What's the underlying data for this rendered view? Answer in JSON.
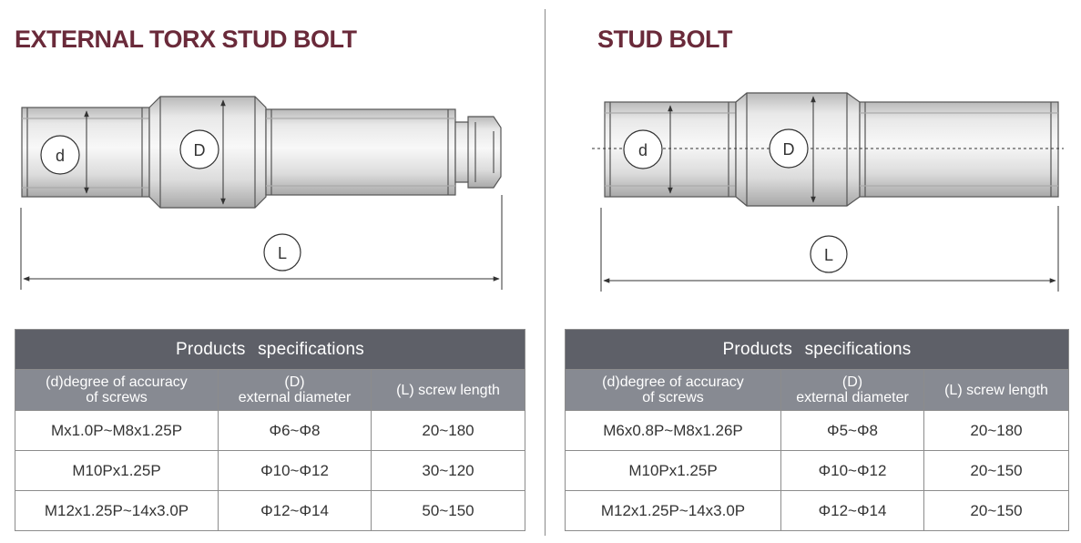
{
  "left": {
    "title": "EXTERNAL TORX STUD BOLT",
    "labels": {
      "d": "d",
      "D": "D",
      "L": "L"
    },
    "table": {
      "caption": "Products  specifications",
      "headers": [
        {
          "line1": "(d)degree of accuracy",
          "line2": "of screws"
        },
        {
          "line1": "(D)",
          "line2": "external diameter"
        },
        {
          "line1": "(L) screw length",
          "line2": ""
        }
      ],
      "rows": [
        [
          "Mx1.0P~M8x1.25P",
          "Φ6~Φ8",
          "20~180"
        ],
        [
          "M10Px1.25P",
          "Φ10~Φ12",
          "30~120"
        ],
        [
          "M12x1.25P~14x3.0P",
          "Φ12~Φ14",
          "50~150"
        ]
      ]
    }
  },
  "right": {
    "title": "STUD BOLT",
    "labels": {
      "d": "d",
      "D": "D",
      "L": "L"
    },
    "table": {
      "caption": "Products  specifications",
      "headers": [
        {
          "line1": "(d)degree of accuracy",
          "line2": "of screws"
        },
        {
          "line1": "(D)",
          "line2": "external diameter"
        },
        {
          "line1": "(L) screw length",
          "line2": ""
        }
      ],
      "rows": [
        [
          "M6x0.8P~M8x1.26P",
          "Φ5~Φ8",
          "20~180"
        ],
        [
          "M10Px1.25P",
          "Φ10~Φ12",
          "20~150"
        ],
        [
          "M12x1.25P~14x3.0P",
          "Φ12~Φ14",
          "20~150"
        ]
      ]
    }
  }
}
